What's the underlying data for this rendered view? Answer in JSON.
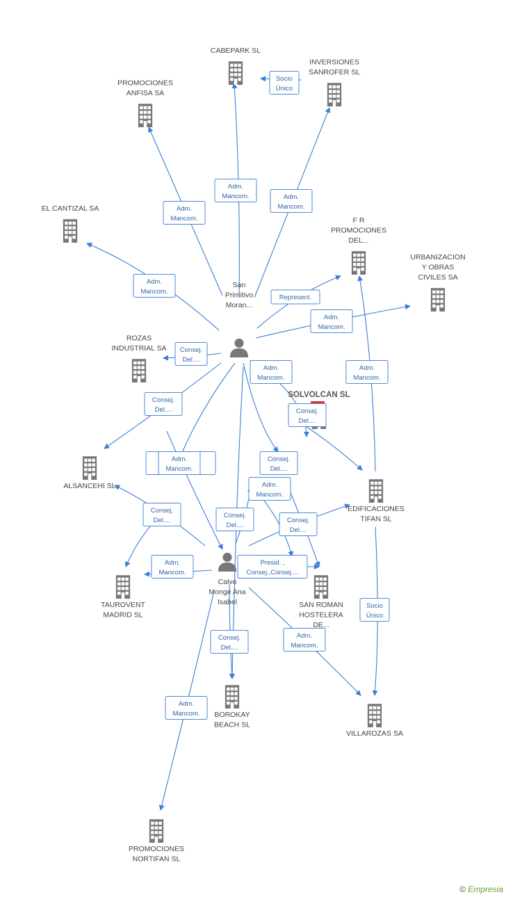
{
  "colors": {
    "edge": "#3a7fd5",
    "box_border": "#4a8ad8",
    "box_text": "#2f63a8",
    "icon": "#777777",
    "focus_marker": "#e0322f"
  },
  "nodes": [
    {
      "id": "cabepark",
      "kind": "company",
      "lines": [
        "CABEPARK SL"
      ]
    },
    {
      "id": "sanrofer",
      "kind": "company",
      "lines": [
        "INVERSIONES",
        "SANROFER SL"
      ]
    },
    {
      "id": "anfisa",
      "kind": "company",
      "lines": [
        "PROMOCIONES",
        "ANFISA SA"
      ]
    },
    {
      "id": "cantizal",
      "kind": "company",
      "lines": [
        "EL CANTIZAL SA"
      ]
    },
    {
      "id": "fr",
      "kind": "company",
      "lines": [
        "F R",
        "PROMOCIONES",
        "DEL..."
      ]
    },
    {
      "id": "urban",
      "kind": "company",
      "lines": [
        "URBANIZACION",
        "Y OBRAS",
        "CIVILES SA"
      ]
    },
    {
      "id": "rozas",
      "kind": "company",
      "lines": [
        "ROZAS",
        "INDUSTRIAL SA"
      ]
    },
    {
      "id": "solvolcan",
      "kind": "company",
      "focus": true,
      "lines": [
        "SOLVOLCAN SL"
      ]
    },
    {
      "id": "alsancehi",
      "kind": "company",
      "lines": [
        "ALSANCEHI SL"
      ]
    },
    {
      "id": "tifan",
      "kind": "company",
      "lines": [
        "EDIFICACIONES",
        "TIFAN SL"
      ]
    },
    {
      "id": "tauro",
      "kind": "company",
      "lines": [
        "TAUROVENT",
        "MADRID SL"
      ]
    },
    {
      "id": "sanroman",
      "kind": "company",
      "lines": [
        "SAN ROMAN",
        "HOSTELERA",
        "DE..."
      ]
    },
    {
      "id": "borokay",
      "kind": "company",
      "lines": [
        "BOROKAY",
        "BEACH SL"
      ]
    },
    {
      "id": "villarozas",
      "kind": "company",
      "lines": [
        "VILLAROZAS SA"
      ]
    },
    {
      "id": "nortifan",
      "kind": "company",
      "lines": [
        "PROMOCIONES",
        "NORTIFAN SL"
      ]
    },
    {
      "id": "sanprimitivo",
      "kind": "person",
      "lines": [
        "San",
        "Primitivo",
        "Moran..."
      ]
    },
    {
      "id": "calvo",
      "kind": "person",
      "lines": [
        "Calvo",
        "Monge Ana",
        "Isabel"
      ]
    }
  ],
  "relations": [
    {
      "id": "r1",
      "lines": [
        "Socio",
        "Único"
      ]
    },
    {
      "id": "r2",
      "lines": [
        "Adm.",
        "Mancom."
      ]
    },
    {
      "id": "r3",
      "lines": [
        "Adm.",
        "Mancom."
      ]
    },
    {
      "id": "r4",
      "lines": [
        "Adm.",
        "Mancom."
      ]
    },
    {
      "id": "r5",
      "lines": [
        "Adm.",
        "Mancom."
      ]
    },
    {
      "id": "r6",
      "lines": [
        "Represent."
      ]
    },
    {
      "id": "r7",
      "lines": [
        "Adm.",
        "Mancom."
      ]
    },
    {
      "id": "r8",
      "lines": [
        "Consej.",
        "Del...."
      ]
    },
    {
      "id": "r9",
      "lines": [
        "Adm.",
        "Mancom."
      ]
    },
    {
      "id": "r10",
      "lines": [
        "Adm.",
        "Mancom."
      ]
    },
    {
      "id": "r11",
      "lines": [
        "Consej.",
        "Del...."
      ]
    },
    {
      "id": "r12",
      "lines": [
        "Consej.",
        "Del...."
      ]
    },
    {
      "id": "r13",
      "lines": [
        "Co...",
        "...i...."
      ]
    },
    {
      "id": "r14",
      "lines": [
        "Adm.",
        "Mancom."
      ]
    },
    {
      "id": "r15",
      "lines": [
        "Consej.",
        "Del...."
      ]
    },
    {
      "id": "r16",
      "lines": [
        "Adm.",
        "Mancom."
      ]
    },
    {
      "id": "r17",
      "lines": [
        "Consej.",
        "Del...."
      ]
    },
    {
      "id": "r18",
      "lines": [
        "Consej.",
        "Del...."
      ]
    },
    {
      "id": "r19",
      "lines": [
        "Consej.",
        "Del...."
      ]
    },
    {
      "id": "r20",
      "lines": [
        "Adm.",
        "Mancom."
      ]
    },
    {
      "id": "r21",
      "lines": [
        "Presid. ,",
        "Consej.,Consej...."
      ]
    },
    {
      "id": "r22",
      "lines": [
        "Socio",
        "Único"
      ]
    },
    {
      "id": "r23",
      "lines": [
        "Consej.",
        "Del...."
      ]
    },
    {
      "id": "r24",
      "lines": [
        "Adm.",
        "Mancom."
      ]
    },
    {
      "id": "r25",
      "lines": [
        "Adm.",
        "Mancom."
      ]
    }
  ],
  "watermark": {
    "copyright": "©",
    "brand": "Empresia"
  }
}
